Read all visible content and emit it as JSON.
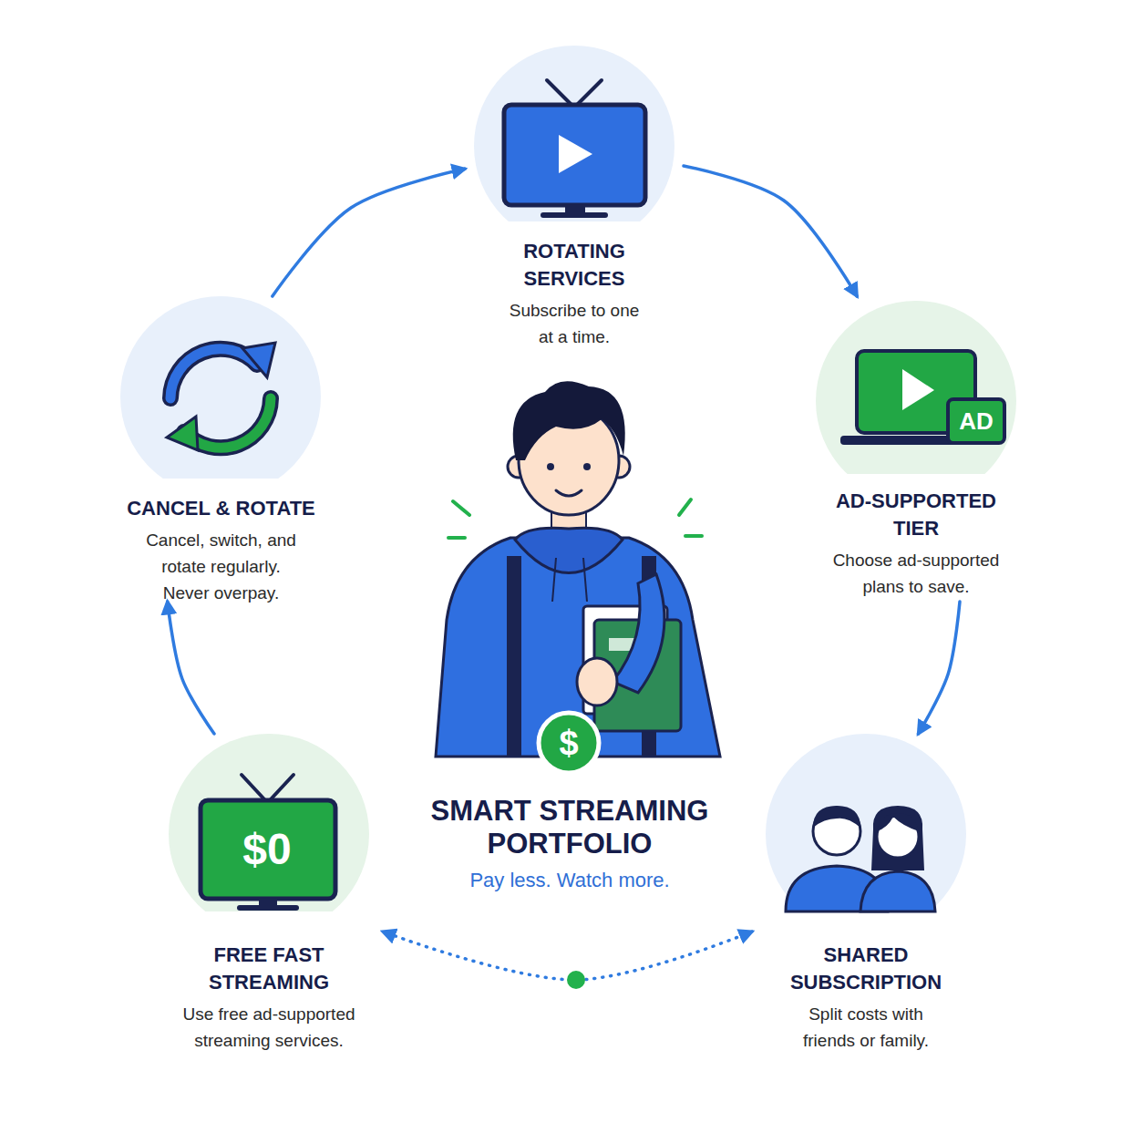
{
  "diagram": {
    "nodes": [
      {
        "text": [
          "ROTATING SERVICES",
          "Subscribe to one at a time."
        ]
      },
      {
        "text": [
          "CANCEL & ROTATE",
          "Cancel, switch, and rotate regularly. Never overpay."
        ]
      },
      {
        "text": [
          "AD-SUPPORTED TIER",
          "Choose ad-supported plans to save."
        ]
      },
      {
        "text": [
          "SMART STREAMING PORTFOLIO",
          "Pay less. Watch more."
        ]
      },
      {
        "text": [
          "FREE FAST STREAMING",
          "Use free ad-supported streaming services."
        ]
      },
      {
        "text": [
          "SHARED SUBSCRIPTION",
          "Split costs with friends or family."
        ]
      }
    ],
    "edges": [
      {
        "from": 0,
        "to": 2,
        "arrow": "to"
      },
      {
        "from": 2,
        "to": 5,
        "arrow": "to"
      },
      {
        "from": 5,
        "to": 4,
        "arrow": "both"
      },
      {
        "from": 4,
        "to": 1,
        "arrow": "to"
      },
      {
        "from": 1,
        "to": 0,
        "arrow": "to"
      }
    ],
    "labels": [
      "AD",
      "$",
      "$0"
    ]
  }
}
